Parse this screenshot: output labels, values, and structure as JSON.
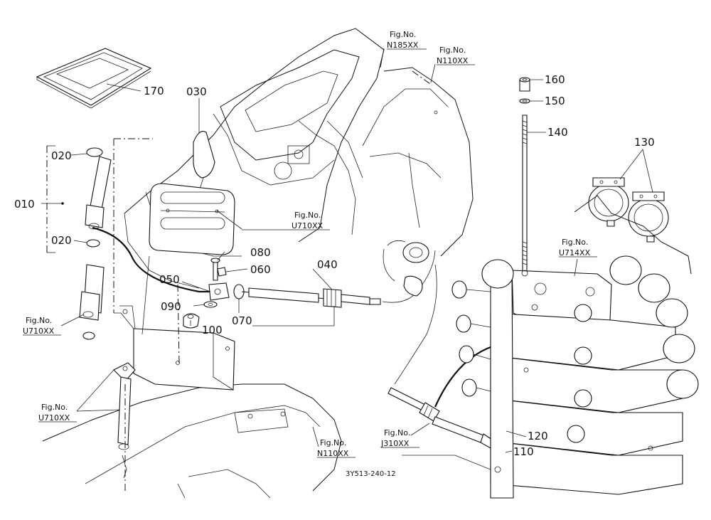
{
  "labels": {
    "p010": "010",
    "p020a": "020",
    "p020b": "020",
    "p030": "030",
    "p040": "040",
    "p050": "050",
    "p060": "060",
    "p070": "070",
    "p080": "080",
    "p090": "090",
    "p100": "100",
    "p110": "110",
    "p120": "120",
    "p130": "130",
    "p140": "140",
    "p150": "150",
    "p160": "160",
    "p170": "170"
  },
  "figrefs": {
    "n185": {
      "a": "Fig.No.",
      "b": "N185XX"
    },
    "n110_top": {
      "a": "Fig.No.",
      "b": "N110XX"
    },
    "u710_mid": {
      "a": "Fig.No.",
      "b": "U710XX"
    },
    "u714": {
      "a": "Fig.No.",
      "b": "U714XX"
    },
    "u710_left": {
      "a": "Fig.No.",
      "b": "U710XX"
    },
    "u710_low": {
      "a": "Fig.No.",
      "b": "U710XX"
    },
    "n110_low": {
      "a": "Fig.No.",
      "b": "N110XX"
    },
    "j310": {
      "a": "Fig.No.",
      "b": "J310XX"
    }
  },
  "drawing_code": "3Y513-240-12"
}
